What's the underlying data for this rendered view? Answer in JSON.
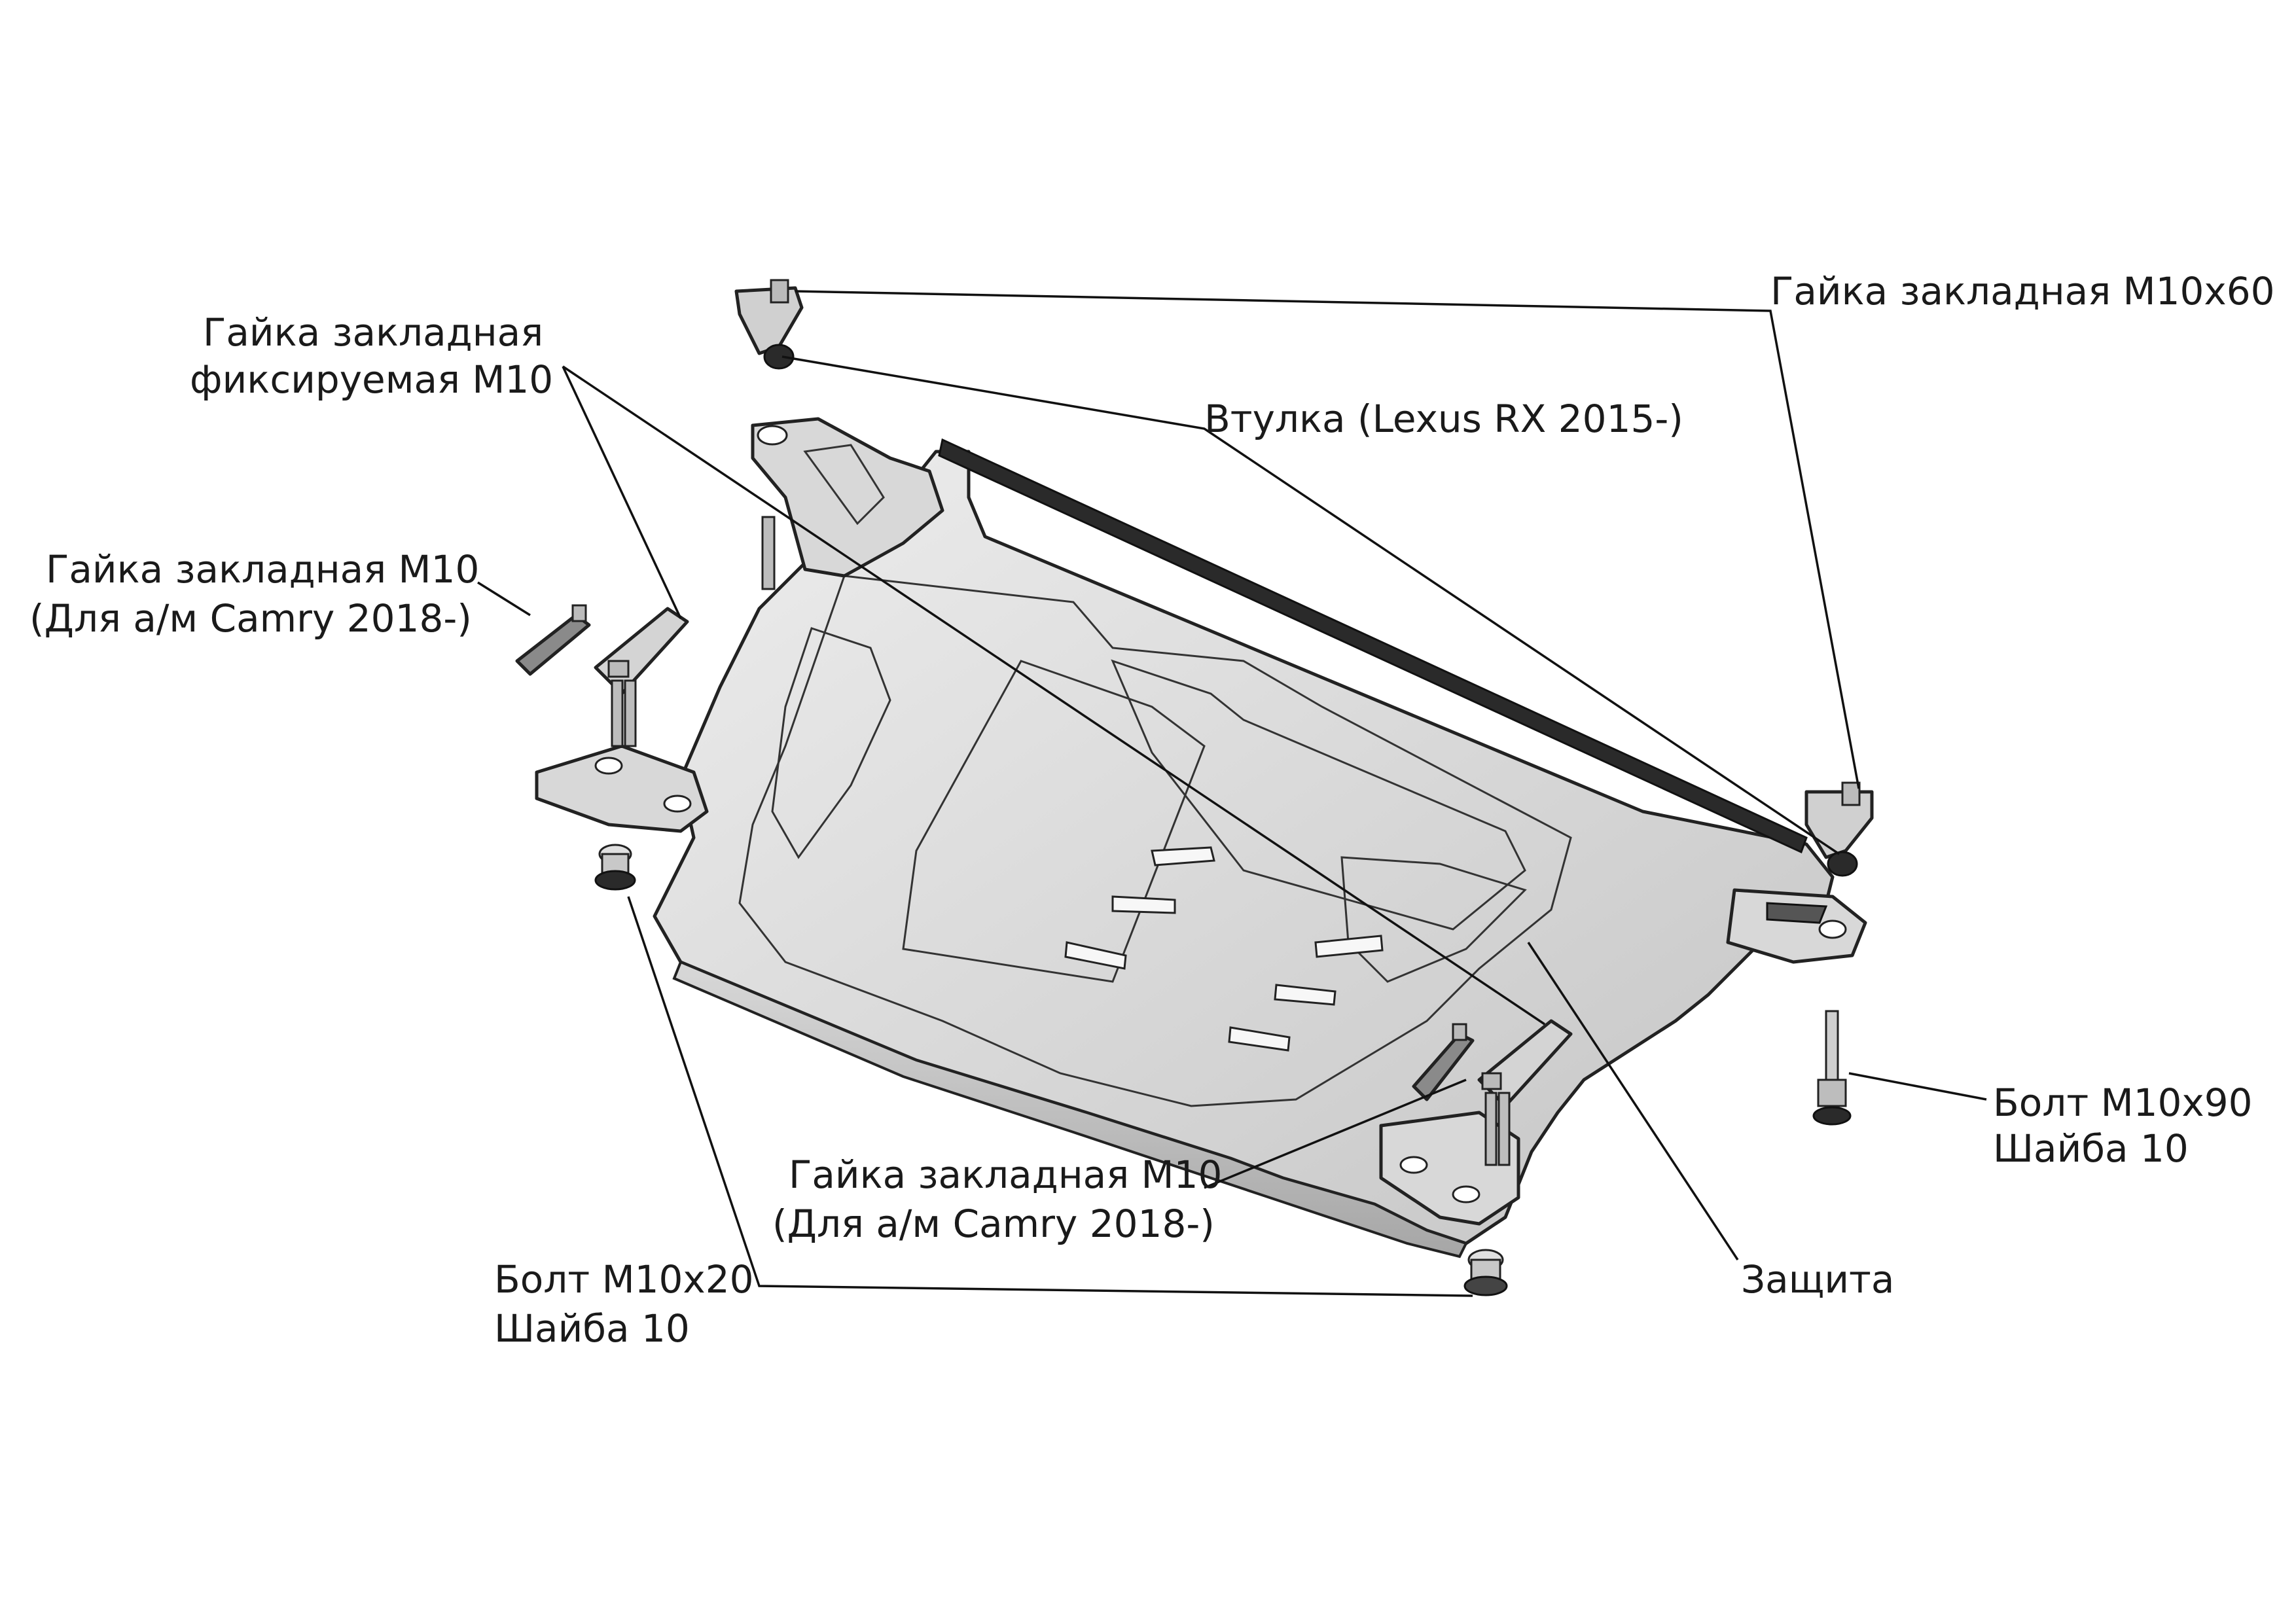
{
  "labels": {
    "nut_m10x60": "Гайка закладная М10х60",
    "fixed_nut_line1": "Гайка закладная",
    "fixed_nut_line2": "фиксируемая М10",
    "bushing": "Втулка (Lexus RX 2015-)",
    "nut_camry_left_line1": "Гайка закладная М10",
    "nut_camry_left_line2": "(Для а/м Camry 2018-)",
    "bolt_m10x90_line1": "Болт М10х90",
    "bolt_m10x90_line2": "Шайба 10",
    "nut_camry_bottom_line1": "Гайка закладная М10",
    "nut_camry_bottom_line2": "(Для а/м Camry 2018-)",
    "bolt_m10x20_line1": "Болт М10х20",
    "bolt_m10x20_line2": "Шайба 10",
    "guard": "Защита"
  },
  "colors": {
    "plate_light": "#e6e6e6",
    "plate_mid": "#c9c9c9",
    "plate_dark": "#9a9a9a",
    "rubber_strip": "#2a2a2a",
    "line": "#111111"
  }
}
